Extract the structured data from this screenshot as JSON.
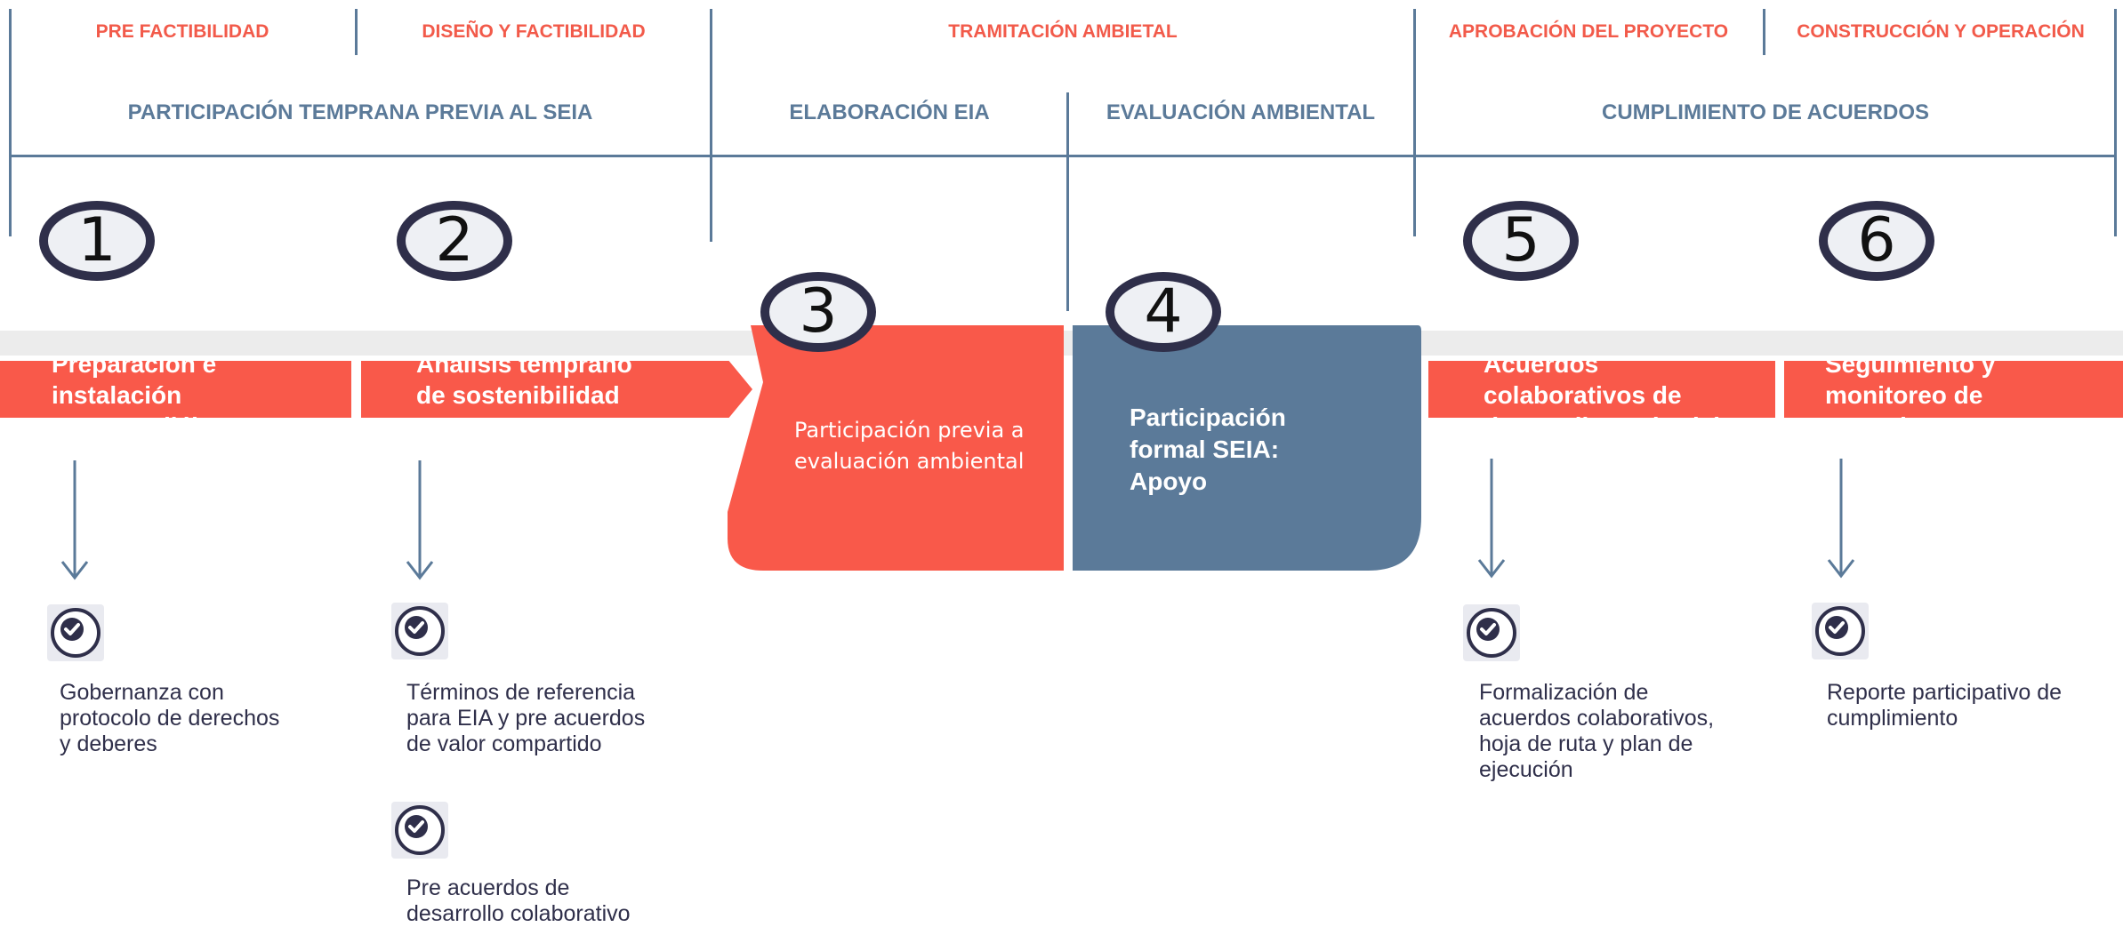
{
  "header": {
    "phases": {
      "pre_factibilidad": "PRE FACTIBILIDAD",
      "diseno": "DISEÑO Y FACTIBILIDAD",
      "tramitacion": "TRAMITACIÓN AMBIETAL",
      "aprobacion": "APROBACIÓN DEL PROYECTO",
      "construccion": "CONSTRUCCIÓN Y OPERACIÓN"
    },
    "subphases": {
      "participacion_temprana": "PARTICIPACIÓN TEMPRANA PREVIA AL SEIA",
      "elaboracion": "ELABORACIÓN EIA",
      "evaluacion": "EVALUACIÓN AMBIENTAL",
      "cumplimiento": "CUMPLIMIENTO DE ACUERDOS"
    }
  },
  "steps": {
    "s1": {
      "number": "1",
      "title": "Preparación e instalación proceso diálogo",
      "outcome": "Gobernanza con protocolo de derechos y deberes"
    },
    "s2": {
      "number": "2",
      "title": "Análisis temprano de sostenibilidad",
      "outcome": "Términos de referencia para EIA y pre acuerdos de valor compartido",
      "outcome2": "Pre acuerdos de desarrollo colaborativo"
    },
    "s3": {
      "number": "3",
      "title": "Participación previa a evaluación ambiental"
    },
    "s4": {
      "number": "4",
      "title": "Participación formal SEIA: Apoyo"
    },
    "s5": {
      "number": "5",
      "title": "Acuerdos colaborativos de desarrollo territorial",
      "outcome": "Formalización de acuerdos colaborativos, hoja de ruta y plan de ejecución"
    },
    "s6": {
      "number": "6",
      "title": "Seguimiento y monitoreo de acuerdos",
      "outcome": "Reporte participativo de cumplimiento"
    }
  },
  "colors": {
    "accent": "#f9594a",
    "primary": "#5b7a99",
    "dark": "#2f2f4a",
    "band": "#ececec"
  },
  "icons": {
    "step_outcome": "check-circle-icon",
    "flow": "arrow-down-icon"
  }
}
